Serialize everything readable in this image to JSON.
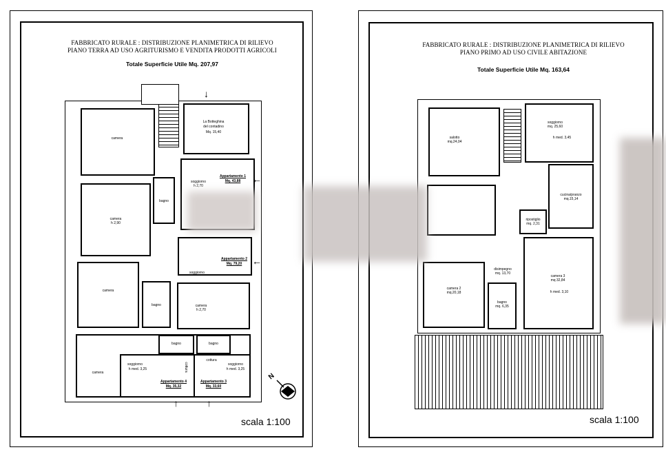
{
  "left_plan": {
    "title_line1": "FABBRICATO RURALE : DISTRIBUZIONE PLANIMETRICA DI RILIEVO",
    "title_line2": "PIANO TERRA AD USO AGRITURISMO E VENDITA PRODOTTI AGRICOLI",
    "total": "Totale Superficie Utile  Mq.  207,97",
    "scale": "scala 1:100",
    "rooms": {
      "camera1": "camera",
      "bottega_l1": "La Botteghina",
      "bottega_l2": "del contadino",
      "bottega_l3": "Mq. 15,40",
      "camera2_l1": "camera",
      "camera2_l2": "h 2,90",
      "bagno1": "bagno",
      "soggiorno1_l1": "soggiorno",
      "soggiorno1_l2": "h 2,70",
      "app1_l1": "Appartamento 1",
      "app1_l2": "Mq. 43,88",
      "camera3": "camera",
      "bagno2": "bagno",
      "soggiorno2": "soggiorno",
      "app2_l1": "Appartamento 2",
      "app2_l2": "Mq. 79,20",
      "camera4_l1": "camera",
      "camera4_l2": "h 2,70",
      "bagno3": "bagno",
      "bagno4": "bagno",
      "camera5": "camera",
      "soggiorno3_l1": "soggiorno",
      "soggiorno3_l2": "h med. 3,25",
      "cottura1": "cottura",
      "cottura2": "cottura",
      "soggiorno4_l1": "soggiorno",
      "soggiorno4_l2": "h med. 3,25",
      "app4_l1": "Appartamento 4",
      "app4_l2": "Mq. 35,32",
      "app3_l1": "Appartamento 3",
      "app3_l2": "Mq. 33,60"
    },
    "north": "N"
  },
  "right_plan": {
    "title_line1": "FABBRICATO RURALE : DISTRIBUZIONE PLANIMETRICA DI RILIEVO",
    "title_line2": "PIANO PRIMO AD USO CIVILE ABITAZIONE",
    "total": "Totale Superficie Utile  Mq.  163,64",
    "scale": "scala 1:100",
    "rooms": {
      "salotto_l1": "salotto",
      "salotto_l2": "mq.24,04",
      "soggiorno_l1": "soggiorno",
      "soggiorno_l2": "mq. 25,60",
      "soggiorno_l3": "h med. 3,45",
      "cucina_l1": "cucina/pranzo",
      "cucina_l2": "mq.15,14",
      "ripostiglio_l1": "ripostiglio",
      "ripostiglio_l2": "mq. 2,31",
      "disimpegno_l1": "disimpegno",
      "disimpegno_l2": "mq. 13,70",
      "camera2_l1": "camera  2",
      "camera2_l2": "mq.20,18",
      "bagno_l1": "bagno",
      "bagno_l2": "mq. 6,35",
      "camera3_l1": "camera 3",
      "camera3_l2": "mq 32,84",
      "camera3_l3": "h med. 3,10"
    }
  }
}
